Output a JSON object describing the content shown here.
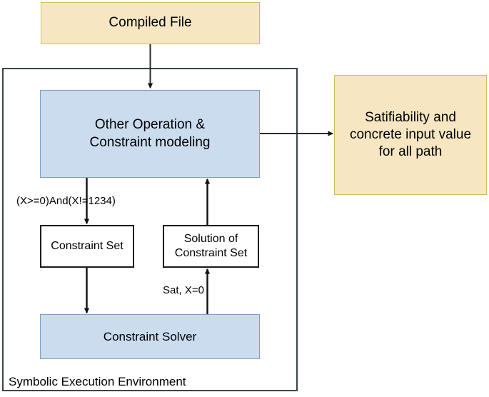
{
  "diagram": {
    "title_label": "Symbolic Execution Environment",
    "colors": {
      "yellow_fill": "#f6e7c2",
      "yellow_stroke": "#d6b960",
      "blue_fill": "#cbdcef",
      "blue_stroke": "#7a9fc4",
      "white_fill": "#ffffff",
      "black_stroke": "#1a1a1a",
      "container_stroke": "#3b4449",
      "background": "#ffffff"
    },
    "nodes": [
      {
        "id": "compiled-file",
        "label": "Compiled File"
      },
      {
        "id": "other-operation",
        "label": "Other Operation &\nConstraint modeling"
      },
      {
        "id": "satisfiability",
        "label": "Satifiability and\nconcrete input value\nfor all path"
      },
      {
        "id": "constraint-set",
        "label": "Constraint Set"
      },
      {
        "id": "solution-set",
        "label": "Solution of\nConstraint Set"
      },
      {
        "id": "constraint-solver",
        "label": "Constraint Solver"
      }
    ],
    "edge_labels": [
      {
        "id": "constraint-expr",
        "label": "(X>=0)And(X!=1234)"
      },
      {
        "id": "sat-result",
        "label": "Sat, X=0"
      }
    ],
    "edges": [
      {
        "from": "compiled-file",
        "to": "other-operation",
        "arrow": true
      },
      {
        "from": "other-operation",
        "to": "satisfiability",
        "arrow": true
      },
      {
        "from": "other-operation",
        "to": "constraint-set",
        "arrow": true
      },
      {
        "from": "constraint-set",
        "to": "constraint-solver",
        "arrow": true
      },
      {
        "from": "constraint-solver",
        "to": "solution-set",
        "arrow": true
      },
      {
        "from": "solution-set",
        "to": "other-operation",
        "arrow": true
      }
    ]
  }
}
